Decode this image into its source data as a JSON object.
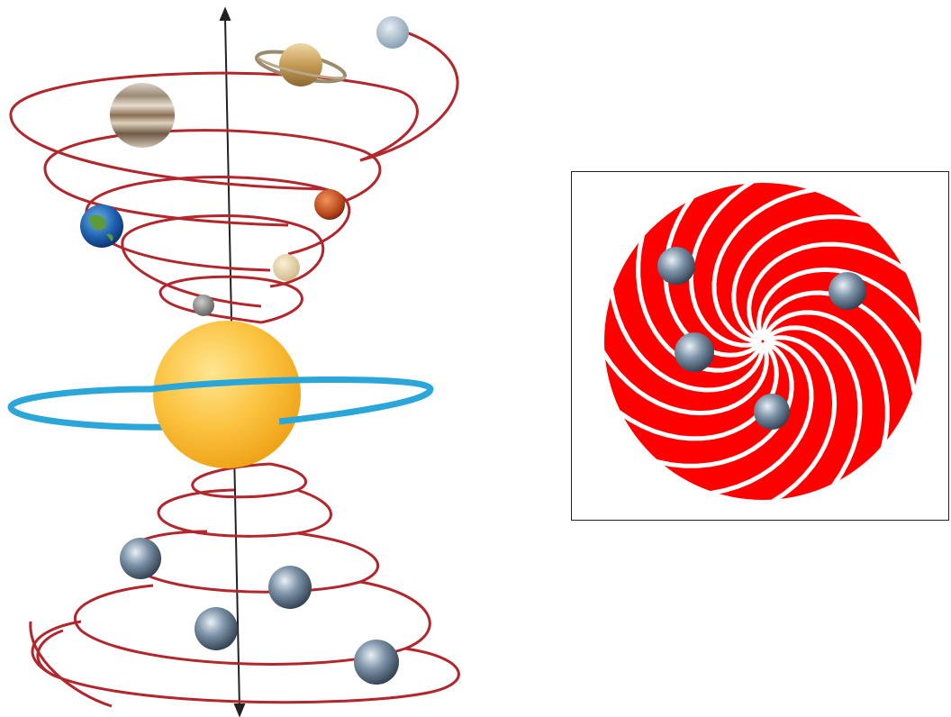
{
  "colors": {
    "background": "#ffffff",
    "spiral_line": "#b3262b",
    "central_ring": "#2ba6d8",
    "sun": "#f7b62a",
    "vortex_disc": "#ff0000",
    "vortex_arm_gap": "#ffffff",
    "axis": "#222222",
    "panel_border": "#222222"
  },
  "left_diagram": {
    "sun": {
      "icon": "sun-icon"
    },
    "ring": {
      "icon": "equatorial-ring"
    },
    "axis": {
      "icon": "vertical-double-arrow"
    },
    "upper_planets": [
      "uranus-icon",
      "saturn-icon",
      "jupiter-icon",
      "mars-icon",
      "earth-icon",
      "venus-icon",
      "mercury-icon"
    ],
    "lower_bodies": [
      "earth-like-planet-icon",
      "earth-like-planet-icon",
      "earth-like-planet-icon",
      "earth-like-planet-icon"
    ]
  },
  "right_diagram": {
    "disc": {
      "icon": "red-vortex-disc",
      "arm_count": 16
    },
    "bodies": [
      "earth-like-planet-icon",
      "earth-like-planet-icon",
      "earth-like-planet-icon",
      "earth-like-planet-icon"
    ]
  }
}
